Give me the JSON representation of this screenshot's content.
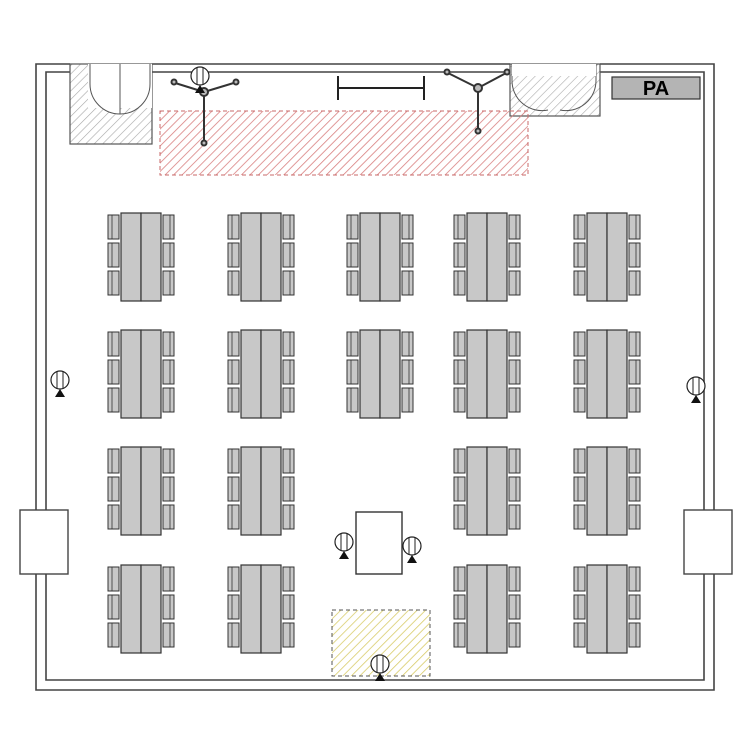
{
  "labels": {
    "pa": "PA"
  },
  "colors": {
    "wall": "#444444",
    "table_fill": "#c8c8c8",
    "chair_fill": "#c8c8c8",
    "outline": "#333333",
    "stage_hatch": "#d98080",
    "stage_fill": "#f6dada",
    "pit_hatch": "#d9cc6a",
    "pit_fill": "#fbf6d2",
    "door_hatch": "#a8a8a8",
    "pa_fill": "#b4b4b4"
  },
  "icons": {
    "table_group": "banquet-table-with-chairs",
    "camera": "camera-icon",
    "lighting_stand": "lighting-tripod-icon",
    "pa": "pa-speaker-box"
  },
  "layout": {
    "table_rows": 4,
    "table_columns": 5,
    "empty_positions": [
      [
        2,
        2
      ],
      [
        3,
        2
      ]
    ]
  }
}
